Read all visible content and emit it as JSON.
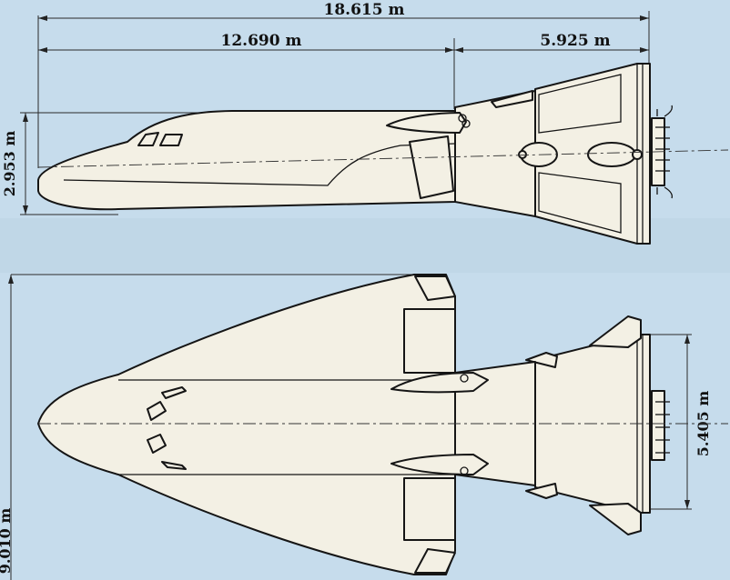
{
  "dimensions": {
    "overall_length": "18.615 m",
    "fuselage_length": "12.690 m",
    "aft_section_length": "5.925 m",
    "height": "2.953 m",
    "wingspan": "9.010 m",
    "aft_width": "5.405 m"
  },
  "colors": {
    "background": "#c6dcec",
    "line": "#151515",
    "fill": "#f3f0e4"
  }
}
